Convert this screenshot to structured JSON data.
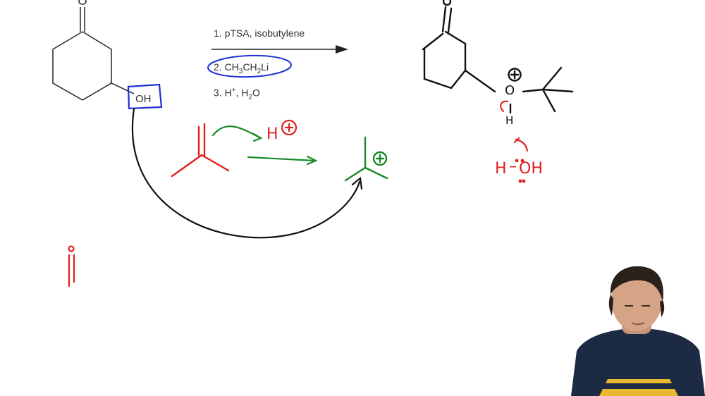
{
  "reagents": {
    "step1": "1. pTSA, isobutylene",
    "step2_prefix": "2. CH",
    "step2_sub1": "3",
    "step2_mid": "CH",
    "step2_sub2": "2",
    "step2_suffix": "Li",
    "step3_prefix": "3. H",
    "step3_sup": "+",
    "step3_mid": ", H",
    "step3_sub": "2",
    "step3_suffix": "O"
  },
  "structure_labels": {
    "hydroxyl": "OH",
    "oxonium_oxygen": "O",
    "oxonium_hydrogen": "H"
  },
  "annotations": {
    "proton": "H",
    "water_h": "H",
    "water_oh": "OH",
    "water_dash": "–"
  },
  "colors": {
    "ink_black": "#222222",
    "ink_red": "#e02020",
    "ink_green": "#1a8a2a",
    "ink_blue": "#1d2fd6",
    "shirt": "#1c2a44",
    "logo": "#e8b830"
  }
}
